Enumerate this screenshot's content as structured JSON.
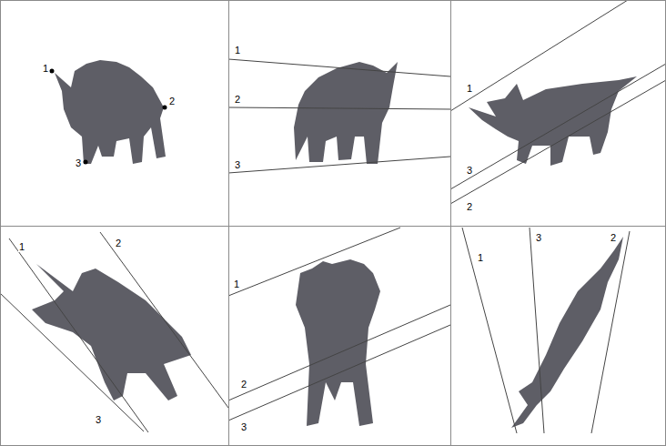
{
  "diagram": {
    "labels": [
      "1",
      "2",
      "3",
      "1",
      "2",
      "3",
      "1",
      "3",
      "2",
      "1",
      "2",
      "3",
      "1",
      "2",
      "3",
      "1",
      "3",
      "2"
    ]
  }
}
